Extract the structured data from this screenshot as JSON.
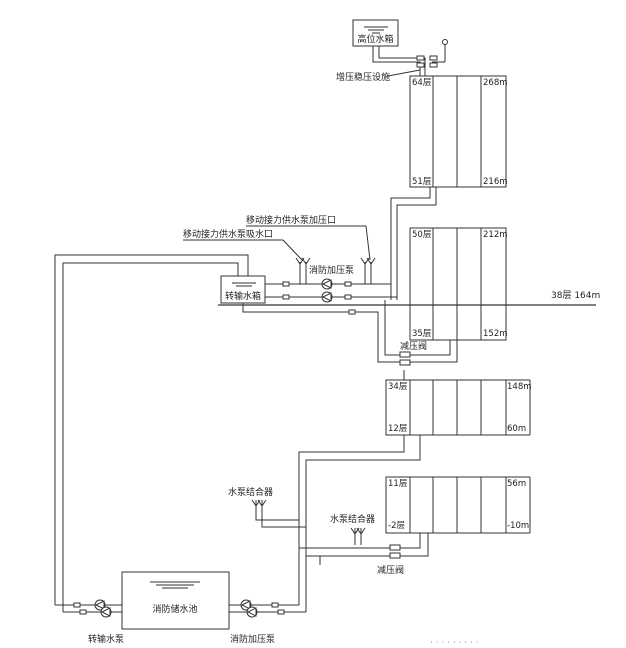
{
  "tanks": {
    "high_tank": "高位水箱",
    "transfer_tank": "转输水箱",
    "fire_pool": "消防储水池"
  },
  "labels": {
    "stabilizer": "增压稳压设施",
    "mobile_booster_outlet": "移动接力供水泵加压口",
    "mobile_suction": "移动接力供水泵吸水口",
    "booster_pump_mid": "消防加压泵",
    "transfer_pump": "转输水泵",
    "booster_pump_bottom": "消防加压泵",
    "adapter_1": "水泵结合器",
    "adapter_2": "水泵结合器",
    "prv_1": "减压阀",
    "prv_2": "减压阀",
    "refuge_level": "38层 164m"
  },
  "zones": [
    {
      "top_floor": "64层",
      "top_height": "268m",
      "bottom_floor": "51层",
      "bottom_height": "216m"
    },
    {
      "top_floor": "50层",
      "top_height": "212m",
      "bottom_floor": "35层",
      "bottom_height": "152m"
    },
    {
      "top_floor": "34层",
      "top_height": "148m",
      "bottom_floor": "12层",
      "bottom_height": "60m"
    },
    {
      "top_floor": "11层",
      "top_height": "56m",
      "bottom_floor": "-2层",
      "bottom_height": "-10m"
    }
  ],
  "watermark": "· · · · · · · · ·"
}
